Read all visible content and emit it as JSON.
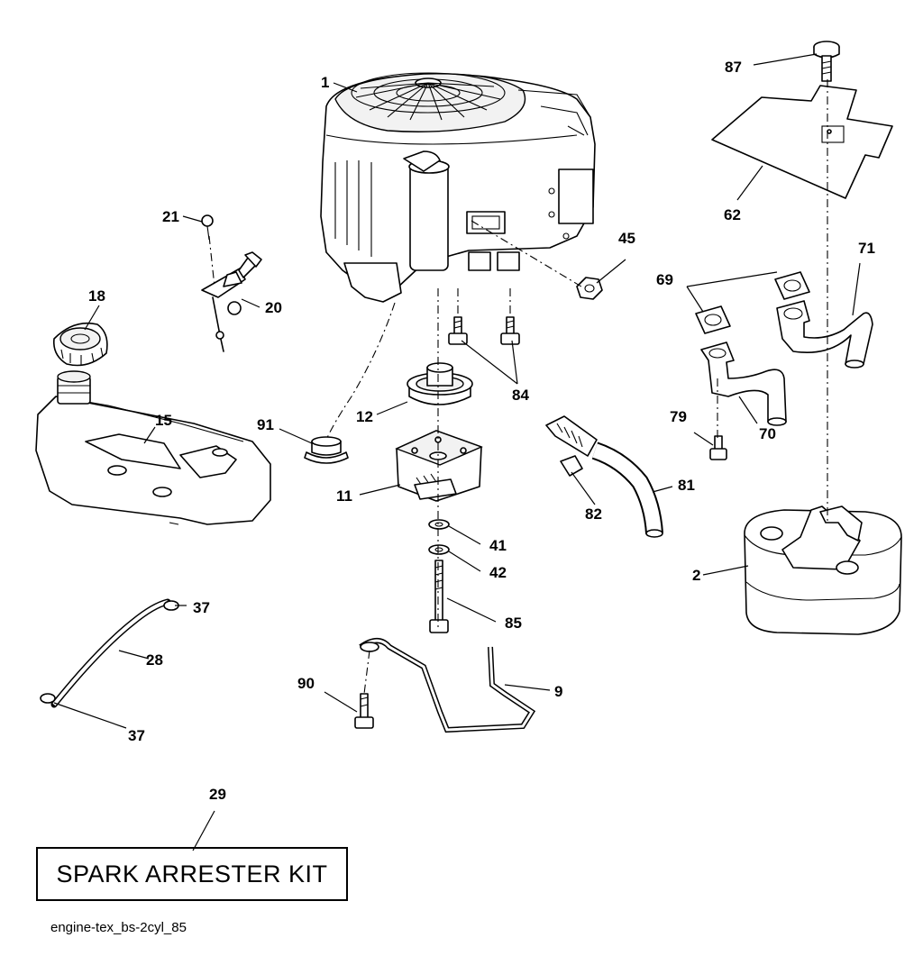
{
  "diagram": {
    "callouts": {
      "c1": "1",
      "c2": "2",
      "c9": "9",
      "c11": "11",
      "c12": "12",
      "c15": "15",
      "c18": "18",
      "c20": "20",
      "c21": "21",
      "c28": "28",
      "c29": "29",
      "c37a": "37",
      "c37b": "37",
      "c41": "41",
      "c42": "42",
      "c45": "45",
      "c62": "62",
      "c69": "69",
      "c70": "70",
      "c71": "71",
      "c79": "79",
      "c81": "81",
      "c82": "82",
      "c84": "84",
      "c85": "85",
      "c87": "87",
      "c90": "90",
      "c91": "91"
    },
    "kit_label": "SPARK ARRESTER KIT",
    "file_ref": "engine-tex_bs-2cyl_85"
  }
}
